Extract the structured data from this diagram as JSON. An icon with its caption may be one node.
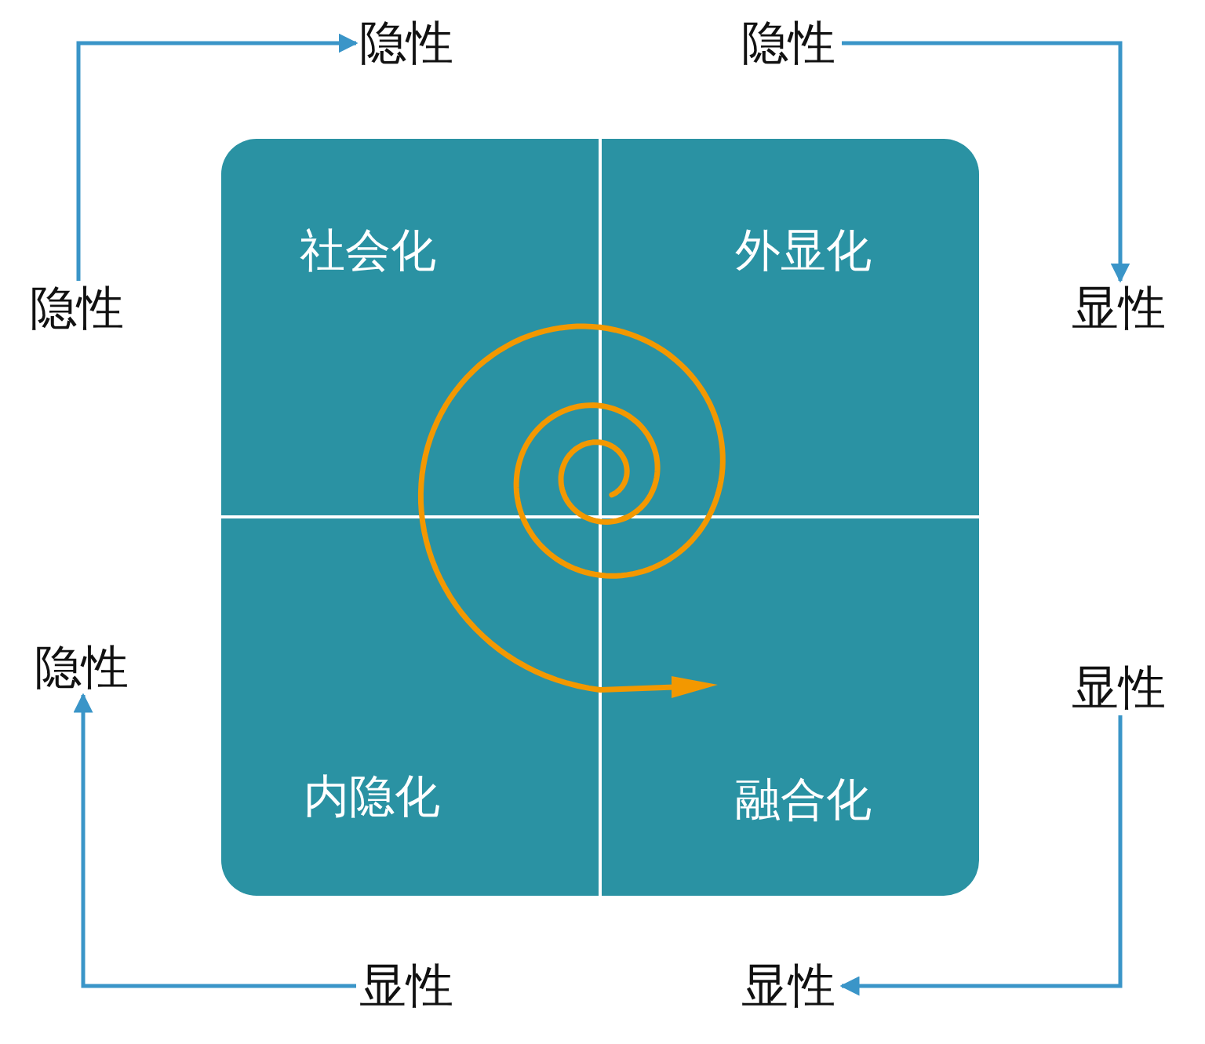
{
  "diagram": {
    "nodes": [
      {
        "text": [
          "隐性"
        ]
      },
      {
        "text": [
          "隐性"
        ]
      },
      {
        "text": [
          "隐性"
        ]
      },
      {
        "text": [
          "显性"
        ]
      },
      {
        "text": [],
        "shape": "box"
      },
      {
        "text": [
          "社会化"
        ],
        "in": 4
      },
      {
        "text": [
          "外显化"
        ],
        "in": 4
      },
      {
        "text": [
          "内隐化"
        ],
        "in": 4
      },
      {
        "text": [
          "融合化"
        ],
        "in": 4
      },
      {
        "text": [
          "隐性"
        ]
      },
      {
        "text": [
          "显性"
        ]
      },
      {
        "text": [
          "显性"
        ]
      },
      {
        "text": [
          "显性"
        ]
      }
    ],
    "edges": [
      {
        "from": 2,
        "to": 0,
        "arrow": "to"
      },
      {
        "from": 1,
        "to": 3,
        "arrow": "to"
      },
      {
        "from": 10,
        "to": 12,
        "arrow": "to"
      },
      {
        "from": 11,
        "to": 9,
        "arrow": "to"
      }
    ]
  }
}
